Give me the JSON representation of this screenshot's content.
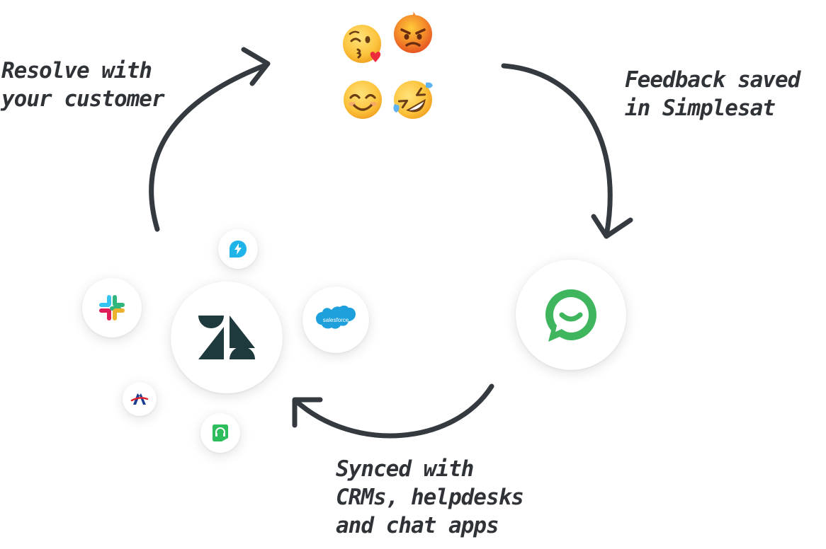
{
  "labels": {
    "resolve": [
      "Resolve with",
      "your customer"
    ],
    "feedback": [
      "Feedback saved",
      "in Simplesat"
    ],
    "synced": [
      "Synced with",
      "CRMs, helpdesks",
      "and chat apps"
    ]
  },
  "logos": {
    "salesforce_text": "salesforce"
  },
  "icons": {
    "emojis": [
      "kissing-heart-emoji",
      "angry-fire-emoji",
      "smiling-emoji",
      "rolling-laughing-emoji"
    ],
    "logos": [
      "zendesk-logo",
      "salesforce-logo",
      "slack-logo",
      "freshdesk-logo",
      "aircall-logo",
      "helpscout-logo",
      "simplesat-logo"
    ]
  },
  "colors": {
    "text": "#2f3338",
    "arrow": "#353a40",
    "simplesat_green": "#3fb65d",
    "zendesk_dark": "#1f3a3d",
    "salesforce_blue": "#1ea0dc",
    "freshdesk_blue": "#1fb4e8",
    "helpscout_green": "#2dbd5c"
  }
}
